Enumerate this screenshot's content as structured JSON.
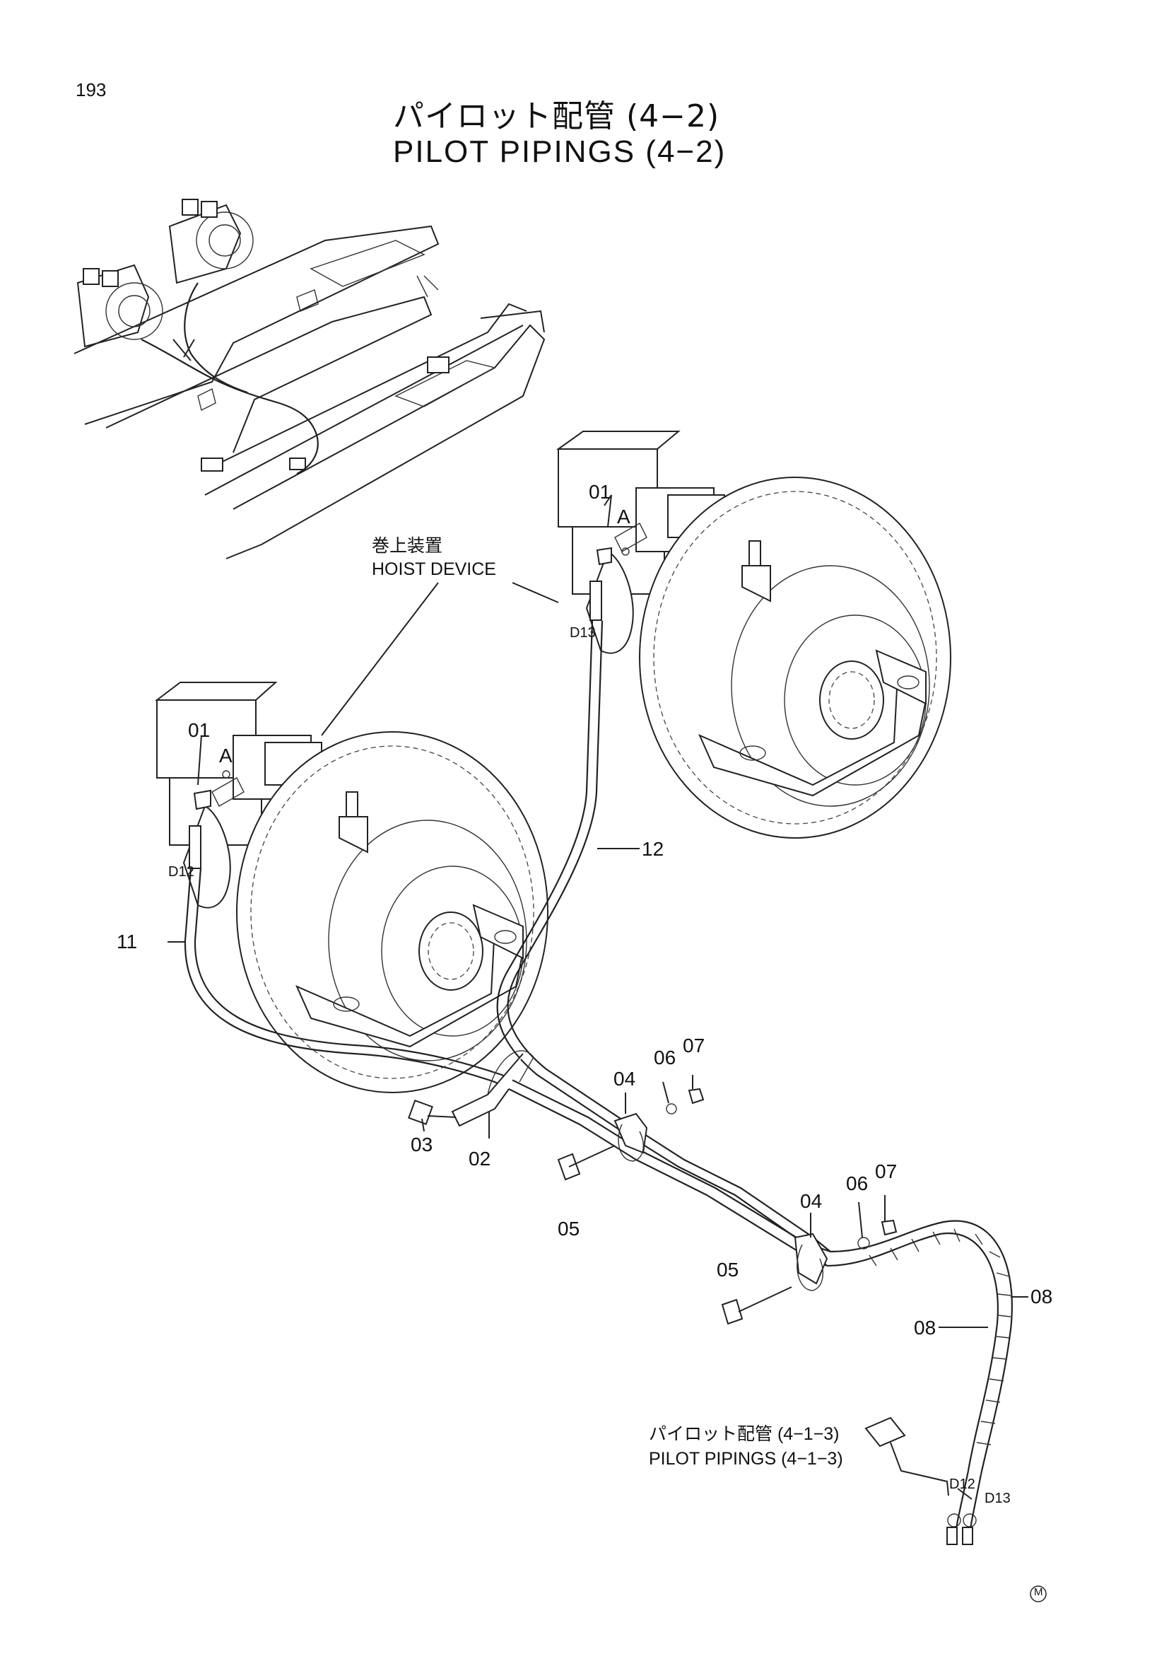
{
  "page_number": "193",
  "title_ja": "パイロット配管 (4−2)",
  "title_en": "PILOT PIPINGS (4−2)",
  "callouts": {
    "hoist_ja": "巻上装置",
    "hoist_en": "HOIST DEVICE",
    "ref_ja": "パイロット配管 (4−1−3)",
    "ref_en": "PILOT PIPINGS (4−1−3)"
  },
  "part_labels": {
    "p01a": "01",
    "p01b": "01",
    "a1": "A",
    "a2": "A",
    "d13_top": "D13",
    "d12_left": "D12",
    "d12_bottom": "D12",
    "d13_bottom": "D13",
    "p11": "11",
    "p12": "12",
    "p02": "02",
    "p03": "03",
    "p04a": "04",
    "p04b": "04",
    "p05a": "05",
    "p05b": "05",
    "p06a": "06",
    "p06b": "06",
    "p07a": "07",
    "p07b": "07",
    "p08a": "08",
    "p08b": "08"
  },
  "corner_mark": "M"
}
